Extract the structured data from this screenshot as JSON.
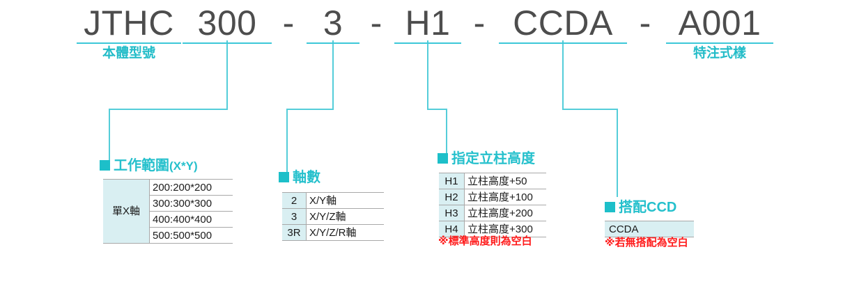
{
  "model": {
    "segments": [
      {
        "text": "JTHC",
        "caption": "本體型號"
      },
      {
        "text": "300",
        "caption": ""
      },
      {
        "text": "3",
        "caption": ""
      },
      {
        "text": "H1",
        "caption": ""
      },
      {
        "text": "CCDA",
        "caption": ""
      },
      {
        "text": "A001",
        "caption": "特注式樣"
      }
    ],
    "separator": "-"
  },
  "colors": {
    "accent": "#22bcc8",
    "bullet": "#1dbfc9",
    "line": "#3cc8d8",
    "key_cell": "#d9eff2",
    "note": "#ff1a1a",
    "model_text": "#4d4d4d"
  },
  "groups": {
    "work_range": {
      "title": "工作範圍",
      "title_sub": "(X*Y)",
      "row_label": "單X軸",
      "values": [
        "200:200*200",
        "300:300*300",
        "400:400*400",
        "500:500*500"
      ]
    },
    "axis_count": {
      "title": "軸數",
      "title_sub": "",
      "rows": [
        {
          "key": "2",
          "value": "X/Y軸"
        },
        {
          "key": "3",
          "value": "X/Y/Z軸"
        },
        {
          "key": "3R",
          "value": "X/Y/Z/R軸"
        }
      ]
    },
    "column_height": {
      "title": "指定立柱高度",
      "title_sub": "",
      "rows": [
        {
          "key": "H1",
          "value": "立柱高度+50"
        },
        {
          "key": "H2",
          "value": "立柱高度+100"
        },
        {
          "key": "H3",
          "value": "立柱高度+200"
        },
        {
          "key": "H4",
          "value": "立柱高度+300"
        }
      ],
      "note": "※標準高度則為空白"
    },
    "ccd": {
      "title": "搭配",
      "title_sub": "CCD",
      "rows": [
        {
          "key": "CCDA",
          "value": ""
        }
      ],
      "note": "※若無搭配為空白"
    }
  }
}
